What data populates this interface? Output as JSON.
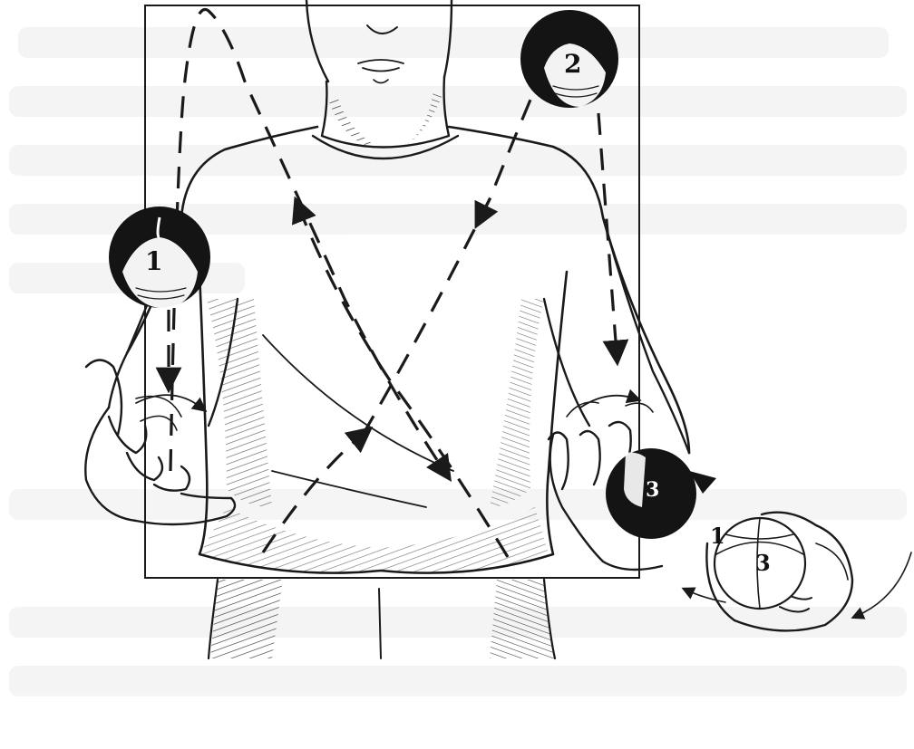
{
  "illustration": {
    "balls": [
      {
        "label": "1"
      },
      {
        "label": "2"
      },
      {
        "label": "3"
      },
      {
        "label": "1"
      },
      {
        "label": "3"
      }
    ]
  },
  "colors": {
    "ink": "#1a1a1a",
    "paper": "#ffffff",
    "bleed_text": "#e6e6e6"
  }
}
